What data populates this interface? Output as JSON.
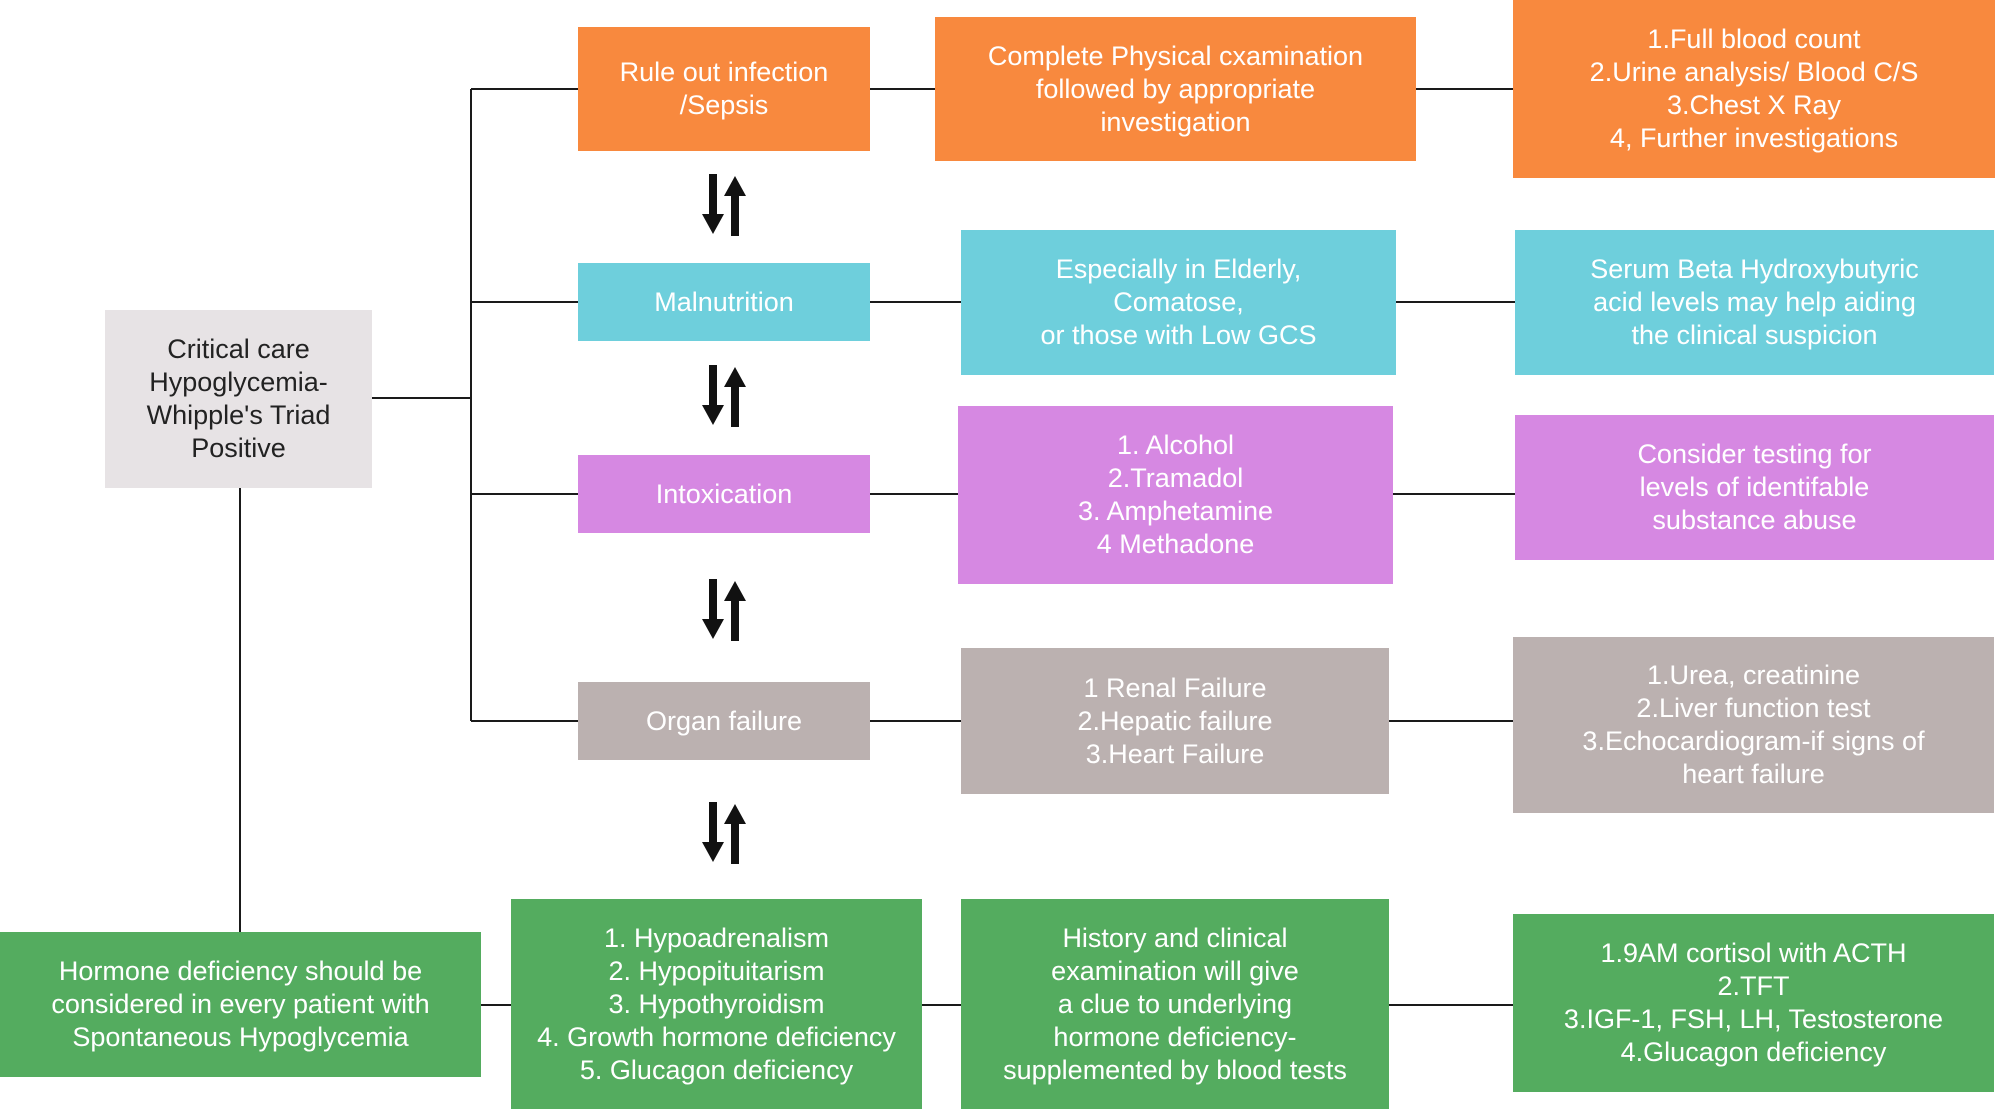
{
  "colors": {
    "infection": "#F8893E",
    "malnutrition": "#6ECFDC",
    "intoxication": "#D688E2",
    "organ_failure": "#BBB1B0",
    "hormone": "#54AC5F",
    "root": "#E7E3E5",
    "connector": "#1a1a1a"
  },
  "root": {
    "text": "Critical care\nHypoglycemia-\nWhipple's Triad\nPositive"
  },
  "rows": {
    "infection": {
      "cause": "Rule out infection\n/Sepsis",
      "detail": "Complete Physical cxamination\nfollowed by appropriate\ninvestigation",
      "investigation": "1.Full blood count\n2.Urine analysis/ Blood C/S\n3.Chest X Ray\n4, Further investigations"
    },
    "malnutrition": {
      "cause": "Malnutrition",
      "detail": "Especially in Elderly,\nComatose,\nor those with Low GCS",
      "investigation": "Serum Beta Hydroxybutyric\nacid levels may help aiding\nthe clinical suspicion"
    },
    "intoxication": {
      "cause": "Intoxication",
      "detail": "1. Alcohol\n2.Tramadol\n3. Amphetamine\n4 Methadone",
      "investigation": "Consider testing for\nlevels of identifable\nsubstance abuse"
    },
    "organ_failure": {
      "cause": "Organ failure",
      "detail": "1 Renal Failure\n2.Hepatic failure\n3.Heart Failure",
      "investigation": "1.Urea, creatinine\n2.Liver function test\n3.Echocardiogram-if signs of\nheart failure"
    },
    "hormone": {
      "cause": "Hormone deficiency should be\nconsidered in every patient with\nSpontaneous Hypoglycemia",
      "types": "1. Hypoadrenalism\n2. Hypopituitarism\n3. Hypothyroidism\n4. Growth hormone deficiency\n5. Glucagon deficiency",
      "detail": "History and clinical\nexamination will give\na clue to underlying\nhormone deficiency-\nsupplemented by blood tests",
      "investigation": "1.9AM cortisol with ACTH\n2.TFT\n3.IGF-1, FSH, LH, Testosterone\n4.Glucagon deficiency"
    }
  },
  "arrow_icons": [
    "down-up-arrows-icon",
    "down-up-arrows-icon",
    "down-up-arrows-icon",
    "down-up-arrows-icon"
  ]
}
